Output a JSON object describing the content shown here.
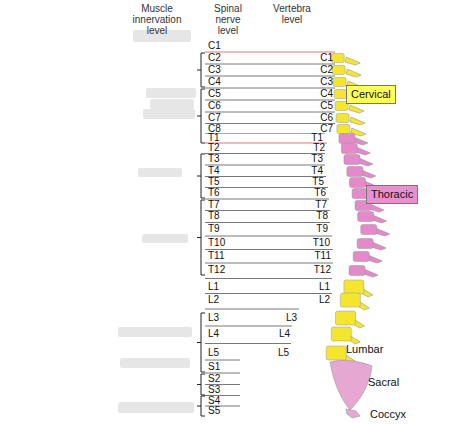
{
  "diagram": {
    "nodes": [
      {
        "text": [
          "Cervical"
        ]
      },
      {
        "text": [
          "Thoracic"
        ]
      }
    ],
    "labels": [
      "Muscle innervation level",
      "Spinal nerve level",
      "Vertebra level",
      "C1",
      "C2",
      "C3",
      "C4",
      "C5",
      "C6",
      "C7",
      "C8",
      "T1",
      "T2",
      "T3",
      "T4",
      "T5",
      "T6",
      "T7",
      "T8",
      "T9",
      "T10",
      "T11",
      "T12",
      "L1",
      "L2",
      "L3",
      "L4",
      "L5",
      "S1",
      "S2",
      "S3",
      "S4",
      "S5",
      "C1",
      "C2",
      "C3",
      "C4",
      "C5",
      "C6",
      "C7",
      "T1",
      "T2",
      "T3",
      "T4",
      "T5",
      "T6",
      "T7",
      "T8",
      "T9",
      "T10",
      "T11",
      "T12",
      "L1",
      "L2",
      "L3",
      "L4",
      "L5",
      "Lumbar",
      "Sacral",
      "Coccyx"
    ]
  }
}
